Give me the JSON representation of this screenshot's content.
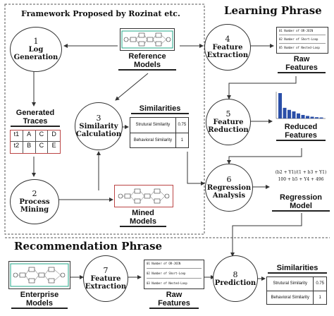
{
  "headers": {
    "framework": "Framework Proposed by Rozinat etc.",
    "learning": "Learning Phrase",
    "recommendation": "Recommendation Phrase"
  },
  "steps": [
    {
      "num": "1",
      "label": [
        "Log",
        "Generation"
      ]
    },
    {
      "num": "2",
      "label": [
        "Process",
        "Mining"
      ]
    },
    {
      "num": "3",
      "label": [
        "Similarity",
        "Calculation"
      ]
    },
    {
      "num": "4",
      "label": [
        "Feature",
        "Extraction"
      ]
    },
    {
      "num": "5",
      "label": [
        "Feature",
        "Reduction"
      ]
    },
    {
      "num": "6",
      "label": [
        "Regression",
        "Analysis"
      ]
    },
    {
      "num": "7",
      "label": [
        "Feature",
        "Extraction"
      ]
    },
    {
      "num": "8",
      "label": [
        "Prediction"
      ]
    }
  ],
  "artifacts": {
    "reference_models": [
      "Reference",
      "Models"
    ],
    "generated_traces": [
      "Generated",
      "Traces"
    ],
    "mined_models": [
      "Mined",
      "Models"
    ],
    "raw_features_top": [
      "Raw",
      "Features"
    ],
    "reduced_features": [
      "Reduced",
      "Features"
    ],
    "regression_model": [
      "Regression",
      "Model"
    ],
    "enterprise_models": [
      "Enterprise",
      "Models"
    ],
    "raw_features_bottom": [
      "Raw",
      "Features"
    ]
  },
  "traces": [
    [
      "t1",
      "A",
      "C",
      "D"
    ],
    [
      "t2",
      "B",
      "C",
      "E"
    ]
  ],
  "similarities_top": {
    "title": "Similarities",
    "rows": [
      {
        "label": "Strutural Similarity",
        "value": "0.75"
      },
      {
        "label": "Behavioral Similarity",
        "value": "1"
      }
    ]
  },
  "similarities_bottom": {
    "title": "Similarities",
    "rows": [
      {
        "label": "Strutural Similarity",
        "value": "0.75"
      },
      {
        "label": "Behavioral Similarity",
        "value": "1"
      }
    ]
  },
  "feature_table_top": [
    [
      "01",
      "Number of OR-JOIN"
    ],
    [
      "02",
      "Number of Short-Loop"
    ],
    [
      "05",
      "Number of Nested-Loop"
    ]
  ],
  "feature_table_bottom": [
    [
      "01",
      "Number of OR-JOIN"
    ],
    [
      "02",
      "Number of Short-Loop"
    ],
    [
      "03",
      "Number of Nested-Loop"
    ]
  ],
  "formula": {
    "line1": "(b2 + Y1)/(1 + b3 + Y1)",
    "line2": "100 + b5 + Y4 + 496"
  },
  "reduced_bars": [
    1.0,
    0.42,
    0.34,
    0.28,
    0.2,
    0.14,
    0.1,
    0.07,
    0.05,
    0.04
  ]
}
